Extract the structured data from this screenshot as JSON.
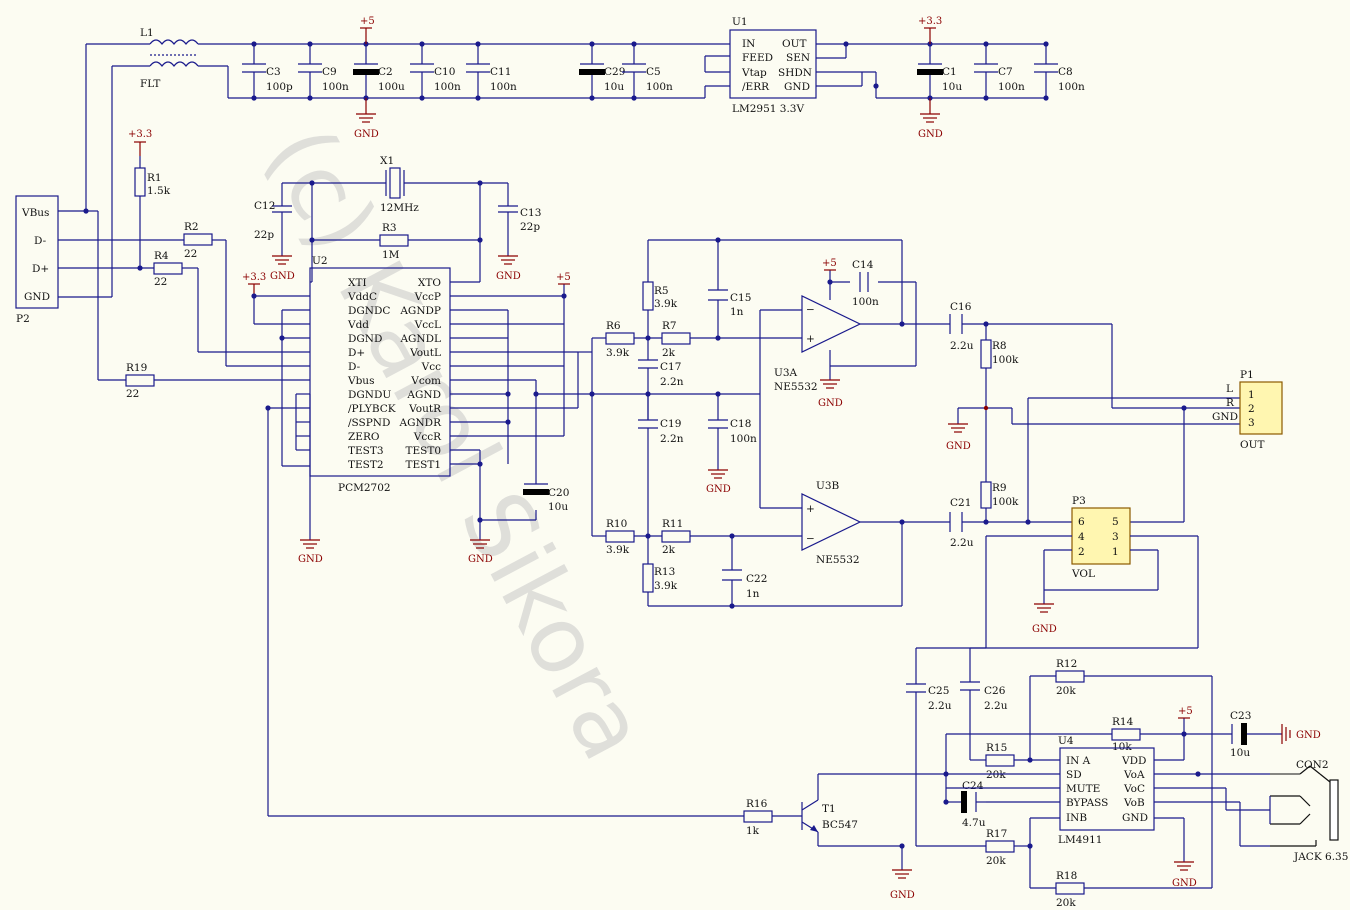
{
  "watermark": "(c) Karol Sikora",
  "power": {
    "v5": "+5",
    "v33": "+3.3",
    "gnd": "GND"
  },
  "usb": {
    "ref": "P2",
    "pins": [
      "VBus",
      "D-",
      "D+",
      "GND"
    ]
  },
  "filter": {
    "ref": "L1",
    "value": "FLT"
  },
  "caps_top": [
    {
      "ref": "C3",
      "value": "100p"
    },
    {
      "ref": "C9",
      "value": "100n"
    },
    {
      "ref": "C2",
      "value": "100u"
    },
    {
      "ref": "C10",
      "value": "100n"
    },
    {
      "ref": "C11",
      "value": "100n"
    },
    {
      "ref": "C29",
      "value": "10u"
    },
    {
      "ref": "C5",
      "value": "100n"
    },
    {
      "ref": "C1",
      "value": "10u"
    },
    {
      "ref": "C7",
      "value": "100n"
    },
    {
      "ref": "C8",
      "value": "100n"
    }
  ],
  "regulator": {
    "ref": "U1",
    "name": "LM2951 3.3V",
    "left_pins": [
      "IN",
      "FEED",
      "Vtap",
      "/ERR"
    ],
    "right_pins": [
      "OUT",
      "SEN",
      "SHDN",
      "GND"
    ]
  },
  "resistors": {
    "R1": {
      "ref": "R1",
      "value": "1.5k"
    },
    "R2": {
      "ref": "R2",
      "value": "22"
    },
    "R4": {
      "ref": "R4",
      "value": "22"
    },
    "R19": {
      "ref": "R19",
      "value": "22"
    },
    "R3": {
      "ref": "R3",
      "value": "1M"
    },
    "R5": {
      "ref": "R5",
      "value": "3.9k"
    },
    "R6": {
      "ref": "R6",
      "value": "3.9k"
    },
    "R7": {
      "ref": "R7",
      "value": "2k"
    },
    "R8": {
      "ref": "R8",
      "value": "100k"
    },
    "R9": {
      "ref": "R9",
      "value": "100k"
    },
    "R10": {
      "ref": "R10",
      "value": "3.9k"
    },
    "R11": {
      "ref": "R11",
      "value": "2k"
    },
    "R13": {
      "ref": "R13",
      "value": "3.9k"
    },
    "R12": {
      "ref": "R12",
      "value": "20k"
    },
    "R14": {
      "ref": "R14",
      "value": "10k"
    },
    "R15": {
      "ref": "R15",
      "value": "20k"
    },
    "R16": {
      "ref": "R16",
      "value": "1k"
    },
    "R17": {
      "ref": "R17",
      "value": "20k"
    },
    "R18": {
      "ref": "R18",
      "value": "20k"
    }
  },
  "crystal": {
    "ref": "X1",
    "value": "12MHz"
  },
  "caps_mid": {
    "C12": {
      "ref": "C12",
      "value": "22p"
    },
    "C13": {
      "ref": "C13",
      "value": "22p"
    },
    "C14": {
      "ref": "C14",
      "value": "100n"
    },
    "C15": {
      "ref": "C15",
      "value": "1n"
    },
    "C16": {
      "ref": "C16",
      "value": "2.2u"
    },
    "C17": {
      "ref": "C17",
      "value": "2.2n"
    },
    "C18": {
      "ref": "C18",
      "value": "100n"
    },
    "C19": {
      "ref": "C19",
      "value": "2.2n"
    },
    "C20": {
      "ref": "C20",
      "value": "10u"
    },
    "C21": {
      "ref": "C21",
      "value": "2.2u"
    },
    "C22": {
      "ref": "C22",
      "value": "1n"
    },
    "C23": {
      "ref": "C23",
      "value": "10u"
    },
    "C24": {
      "ref": "C24",
      "value": "4.7u"
    },
    "C25": {
      "ref": "C25",
      "value": "2.2u"
    },
    "C26": {
      "ref": "C26",
      "value": "2.2u"
    }
  },
  "dac": {
    "ref": "U2",
    "name": "PCM2702",
    "left_pins": [
      "XTI",
      "VddC",
      "DGNDC",
      "Vdd",
      "DGND",
      "D+",
      "D-",
      "Vbus",
      "DGNDU",
      "/PLYBCK",
      "/SSPND",
      "ZERO",
      "TEST3",
      "TEST2"
    ],
    "right_pins": [
      "XTO",
      "VccP",
      "AGNDP",
      "VccL",
      "AGNDL",
      "VoutL",
      "Vcc",
      "Vcom",
      "AGND",
      "VoutR",
      "AGNDR",
      "VccR",
      "TEST0",
      "TEST1"
    ]
  },
  "opamps": {
    "a_ref": "U3A",
    "a_name": "NE5532",
    "b_ref": "U3B",
    "b_name": "NE5532"
  },
  "out_conn": {
    "ref": "P1",
    "name": "OUT",
    "pins": [
      "1",
      "2",
      "3"
    ],
    "labels": [
      "L",
      "R",
      "GND"
    ]
  },
  "vol": {
    "ref": "P3",
    "name": "VOL",
    "pins": [
      "6",
      "5",
      "4",
      "3",
      "2",
      "1"
    ]
  },
  "amp": {
    "ref": "U4",
    "name": "LM4911",
    "left_pins": [
      "IN A",
      "SD",
      "MUTE",
      "BYPASS",
      "INB"
    ],
    "right_pins": [
      "VDD",
      "VoA",
      "VoC",
      "VoB",
      "GND"
    ]
  },
  "transistor": {
    "ref": "T1",
    "name": "BC547"
  },
  "jack": {
    "ref": "CON2",
    "name": "JACK 6.35"
  }
}
